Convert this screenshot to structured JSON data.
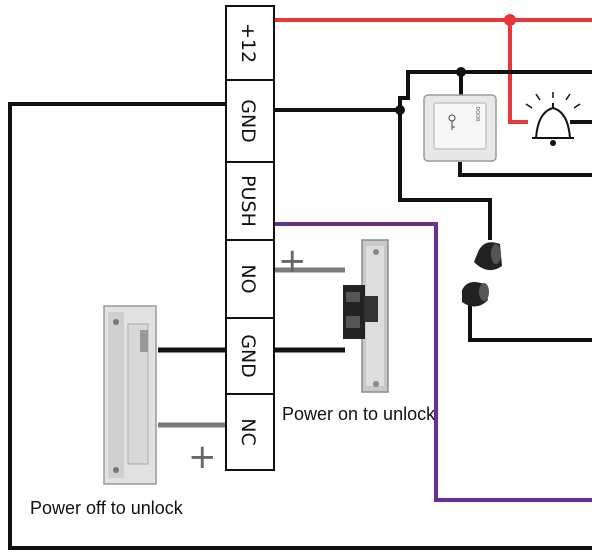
{
  "terminals": [
    {
      "id": "plus12",
      "label": "+12"
    },
    {
      "id": "gnd-top",
      "label": "GND"
    },
    {
      "id": "push",
      "label": "PUSH"
    },
    {
      "id": "no",
      "label": "NO"
    },
    {
      "id": "gnd-bottom",
      "label": "GND"
    },
    {
      "id": "nc",
      "label": "NC"
    }
  ],
  "captions": {
    "power_on": "Power on to unlock",
    "power_off": "Power off to unlock"
  },
  "polarity": {
    "no_sign": "+",
    "nc_sign": "+"
  },
  "exit_button_text": "DOOR",
  "colors": {
    "power_wire": "#e8363a",
    "ground_wire": "#111111",
    "push_wire": "#6a2d91",
    "lock_wire": "#7a7a7a"
  }
}
